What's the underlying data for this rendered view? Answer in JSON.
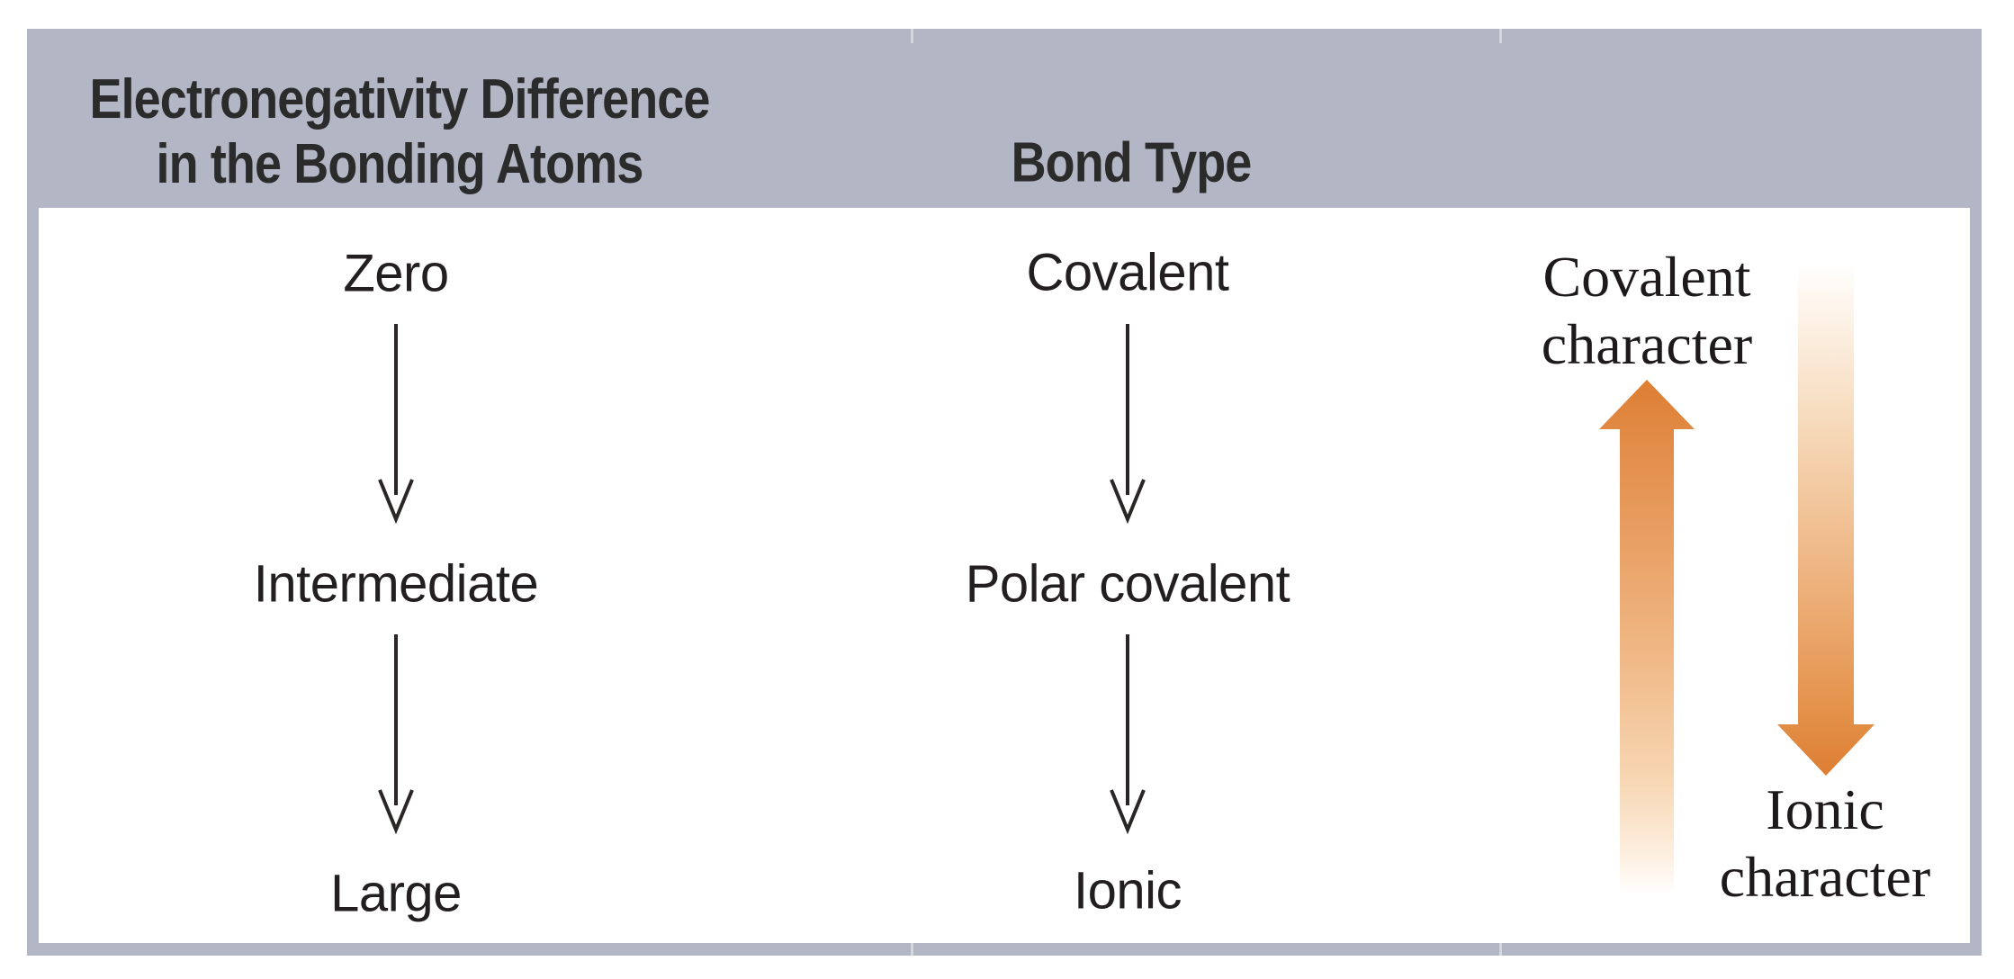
{
  "figure": {
    "header": {
      "electronegativity_line1": "Electronegativity Difference",
      "electronegativity_line2": "in the Bonding Atoms",
      "bond_type": "Bond Type"
    },
    "electronegativity_column": [
      "Zero",
      "Intermediate",
      "Large"
    ],
    "bond_type_column": [
      "Covalent",
      "Polar covalent",
      "Ionic"
    ],
    "character_scale": {
      "covalent_line1": "Covalent",
      "covalent_line2": "character",
      "ionic_line1": "Ionic",
      "ionic_line2": "character"
    },
    "colors": {
      "header_background": "#b3b6c4",
      "frame_border": "#b3b6c4",
      "arrow_orange_dark": "#dd7e32",
      "arrow_orange_light": "#ffffff",
      "text": "#231f20"
    }
  }
}
